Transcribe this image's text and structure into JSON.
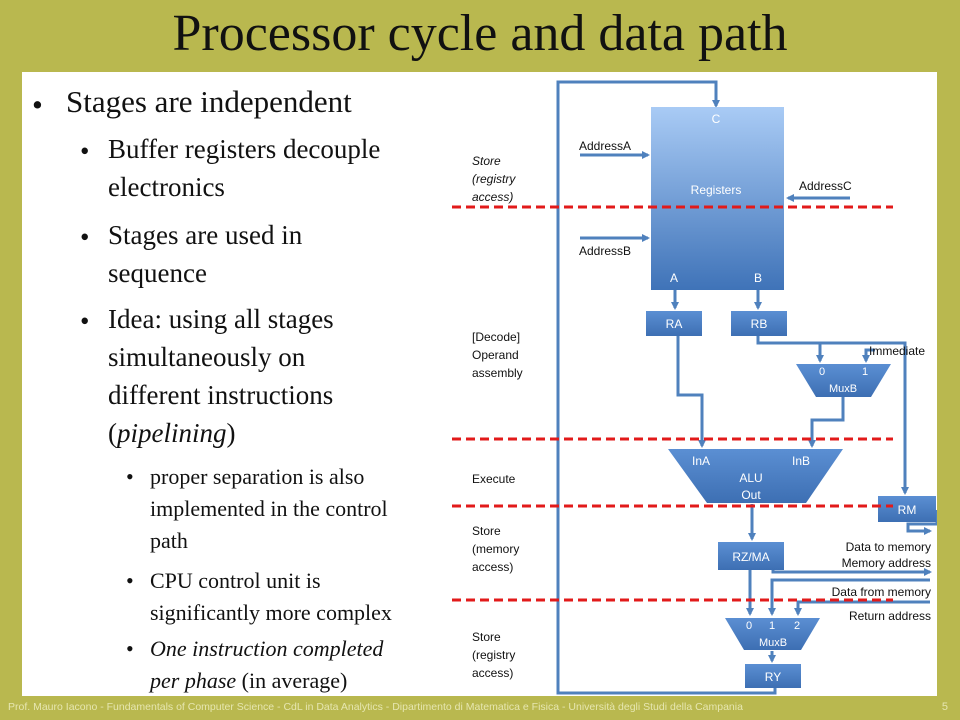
{
  "title": "Processor cycle and data path",
  "bullets": {
    "l1": "Stages are independent",
    "l2a_1": "Buffer registers decouple",
    "l2a_2": "electronics",
    "l2b_1": "Stages are used in",
    "l2b_2": "sequence",
    "l2c_1": "Idea: using all stages",
    "l2c_2": "simultaneously on",
    "l2c_3": "different instructions",
    "l2c_4_open": "(",
    "l2c_4_em": "pipelining",
    "l2c_4_close": ")",
    "l3a_1": "proper separation is also",
    "l3a_2": "implemented in the control",
    "l3a_3": "path",
    "l3b_1": "CPU control unit is",
    "l3b_2": "significantly more complex",
    "l3c_1": "One instruction completed",
    "l3c_2_em": "per phase",
    "l3c_2_rest": " (in average)"
  },
  "stages": {
    "s1": [
      "Store",
      "(registry",
      "access)"
    ],
    "s2": [
      "[Decode]",
      "Operand",
      "assembly"
    ],
    "s3": [
      "Execute"
    ],
    "s4": [
      "Store",
      "(memory",
      "access)"
    ],
    "s5": [
      "Store",
      "(registry",
      "access)"
    ]
  },
  "diagram": {
    "reg_c": "C",
    "reg_label": "Registers",
    "reg_a": "A",
    "reg_b": "B",
    "addrA": "AddressA",
    "addrB": "AddressB",
    "addrC": "AddressC",
    "ra": "RA",
    "rb": "RB",
    "immediate": "Immediate",
    "muxb1_0": "0",
    "muxb1_1": "1",
    "muxb1_label": "MuxB",
    "alu_ina": "InA",
    "alu_inb": "InB",
    "alu_label": "ALU",
    "alu_out": "Out",
    "rm": "RM",
    "rzma": "RZ/MA",
    "data_to_mem": "Data to memory",
    "mem_addr": "Memory address",
    "data_from_mem": "Data from memory",
    "return_addr": "Return address",
    "muxb2_0": "0",
    "muxb2_1": "1",
    "muxb2_2": "2",
    "muxb2_label": "MuxB",
    "ry": "RY"
  },
  "footer": "Prof. Mauro Iacono - Fundamentals of Computer Science - CdL in Data Analytics - Dipartimento di Matematica e Fisica - Università degli Studi della Campania",
  "page": "5",
  "colors": {
    "background": "#b9b84f",
    "block_fill": "#4f81bd",
    "block_light": "#9dc3f4",
    "wire": "#4f81bd",
    "dash": "#e21a1a"
  }
}
